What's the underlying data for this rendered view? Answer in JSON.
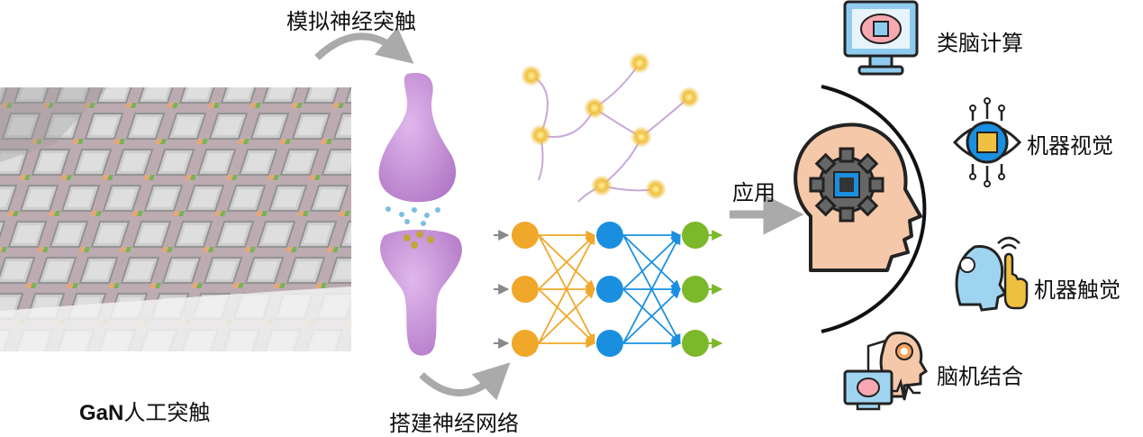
{
  "labels": {
    "synapse_sim": "模拟神经突触",
    "build_network": "搭建神经网络",
    "apply": "应用",
    "gan_prefix": "GaN",
    "gan_suffix": "人工突触"
  },
  "applications": [
    {
      "label": "类脑计算",
      "icon": "monitor-chip-icon"
    },
    {
      "label": "机器视觉",
      "icon": "eye-chip-icon"
    },
    {
      "label": "机器触觉",
      "icon": "robot-touch-icon"
    },
    {
      "label": "脑机结合",
      "icon": "brain-computer-icon"
    }
  ],
  "colors": {
    "input_layer": "#f0a82a",
    "hidden_layer": "#1a8fe0",
    "output_layer": "#7bb82a",
    "synapse": "#c890d8",
    "arrow": "#aaaaaa"
  }
}
